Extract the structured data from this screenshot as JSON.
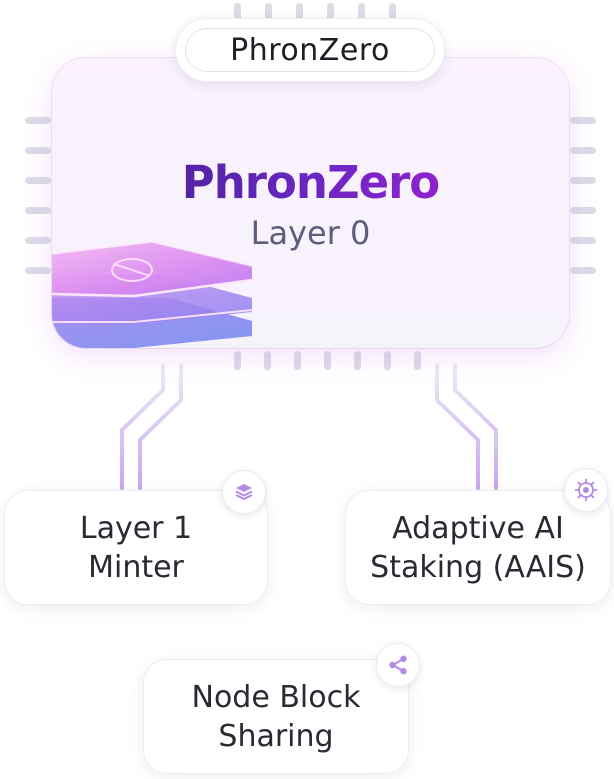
{
  "header": {
    "pill_label": "PhronZero"
  },
  "chip": {
    "title": "PhronZero",
    "subtitle": "Layer 0"
  },
  "nodes": [
    {
      "label_line1": "Layer 1",
      "label_line2": "Minter",
      "icon": "layers-icon"
    },
    {
      "label_line1": "Adaptive AI",
      "label_line2": "Staking (AAIS)",
      "icon": "ai-chip-icon"
    },
    {
      "label_line1": "Node Block",
      "label_line2": "Sharing",
      "icon": "share-icon"
    }
  ],
  "colors": {
    "accent_dark": "#3b1f86",
    "accent_purple": "#6a26c2",
    "accent_magenta": "#b61fd9",
    "connector": "#c8a9f0",
    "pin": "#dcdbe6"
  }
}
